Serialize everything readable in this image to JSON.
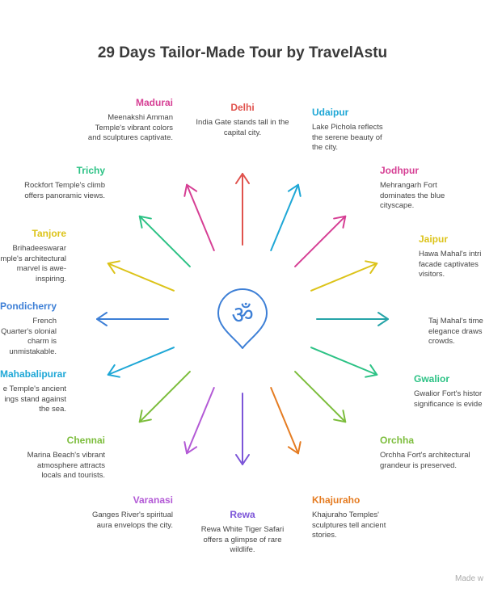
{
  "title": "29 Days Tailor-Made Tour by TravelAstu",
  "center_icon": "om-symbol-icon",
  "footer": "Made w",
  "destinations": [
    {
      "name": "delhi",
      "city": "Delhi",
      "desc": "India Gate stands tall in the capital city.",
      "color": "#e0524d"
    },
    {
      "name": "udaipur",
      "city": "Udaipur",
      "desc": "Lake Pichola reflects the serene beauty of the city.",
      "color": "#1ea7d6"
    },
    {
      "name": "jodhpur",
      "city": "Jodhpur",
      "desc": "Mehrangarh Fort dominates the blue cityscape.",
      "color": "#d63f94"
    },
    {
      "name": "jaipur",
      "city": "Jaipur",
      "desc": "Hawa Mahal's intri facade captivates visitors.",
      "color": "#dcc319"
    },
    {
      "name": "agra",
      "city": "",
      "desc": "Taj Mahal's time elegance draws crowds.",
      "color": "#26a4a8"
    },
    {
      "name": "gwalior",
      "city": "Gwalior",
      "desc": "Gwalior Fort's histor significance is evide",
      "color": "#2cc285"
    },
    {
      "name": "orchha",
      "city": "Orchha",
      "desc": "Orchha Fort's architectural grandeur is preserved.",
      "color": "#7cbd3c"
    },
    {
      "name": "khajuraho",
      "city": "Khajuraho",
      "desc": "Khajuraho Temples' sculptures tell ancient stories.",
      "color": "#e57c22"
    },
    {
      "name": "rewa",
      "city": "Rewa",
      "desc": "Rewa White Tiger Safari offers a glimpse of rare wildlife.",
      "color": "#7c55d8"
    },
    {
      "name": "varanasi",
      "city": "Varanasi",
      "desc": "Ganges River's spiritual aura envelops the city.",
      "color": "#b35ad6"
    },
    {
      "name": "chennai",
      "city": "Chennai",
      "desc": "Marina Beach's vibrant atmosphere attracts locals and tourists.",
      "color": "#7cbd3c"
    },
    {
      "name": "mahabalipuram",
      "city": "Mahabalipuram",
      "desc": "e Temple's ancient ings stand against the sea.",
      "color": "#1ea7d6"
    },
    {
      "name": "pondicherry",
      "city": "Pondicherry",
      "desc": "French Quarter's olonial charm is unmistakable.",
      "color": "#3d7fd6"
    },
    {
      "name": "tanjore",
      "city": "Tanjore",
      "desc": "Brihadeeswarar mple's architectural marvel is awe-inspiring.",
      "color": "#dcc319"
    },
    {
      "name": "trichy",
      "city": "Trichy",
      "desc": "Rockfort Temple's climb offers panoramic views.",
      "color": "#2cc285"
    },
    {
      "name": "madurai",
      "city": "Madurai",
      "desc": "Meenakshi Amman Temple's vibrant colors and sculptures captivate.",
      "color": "#d63f94"
    }
  ]
}
